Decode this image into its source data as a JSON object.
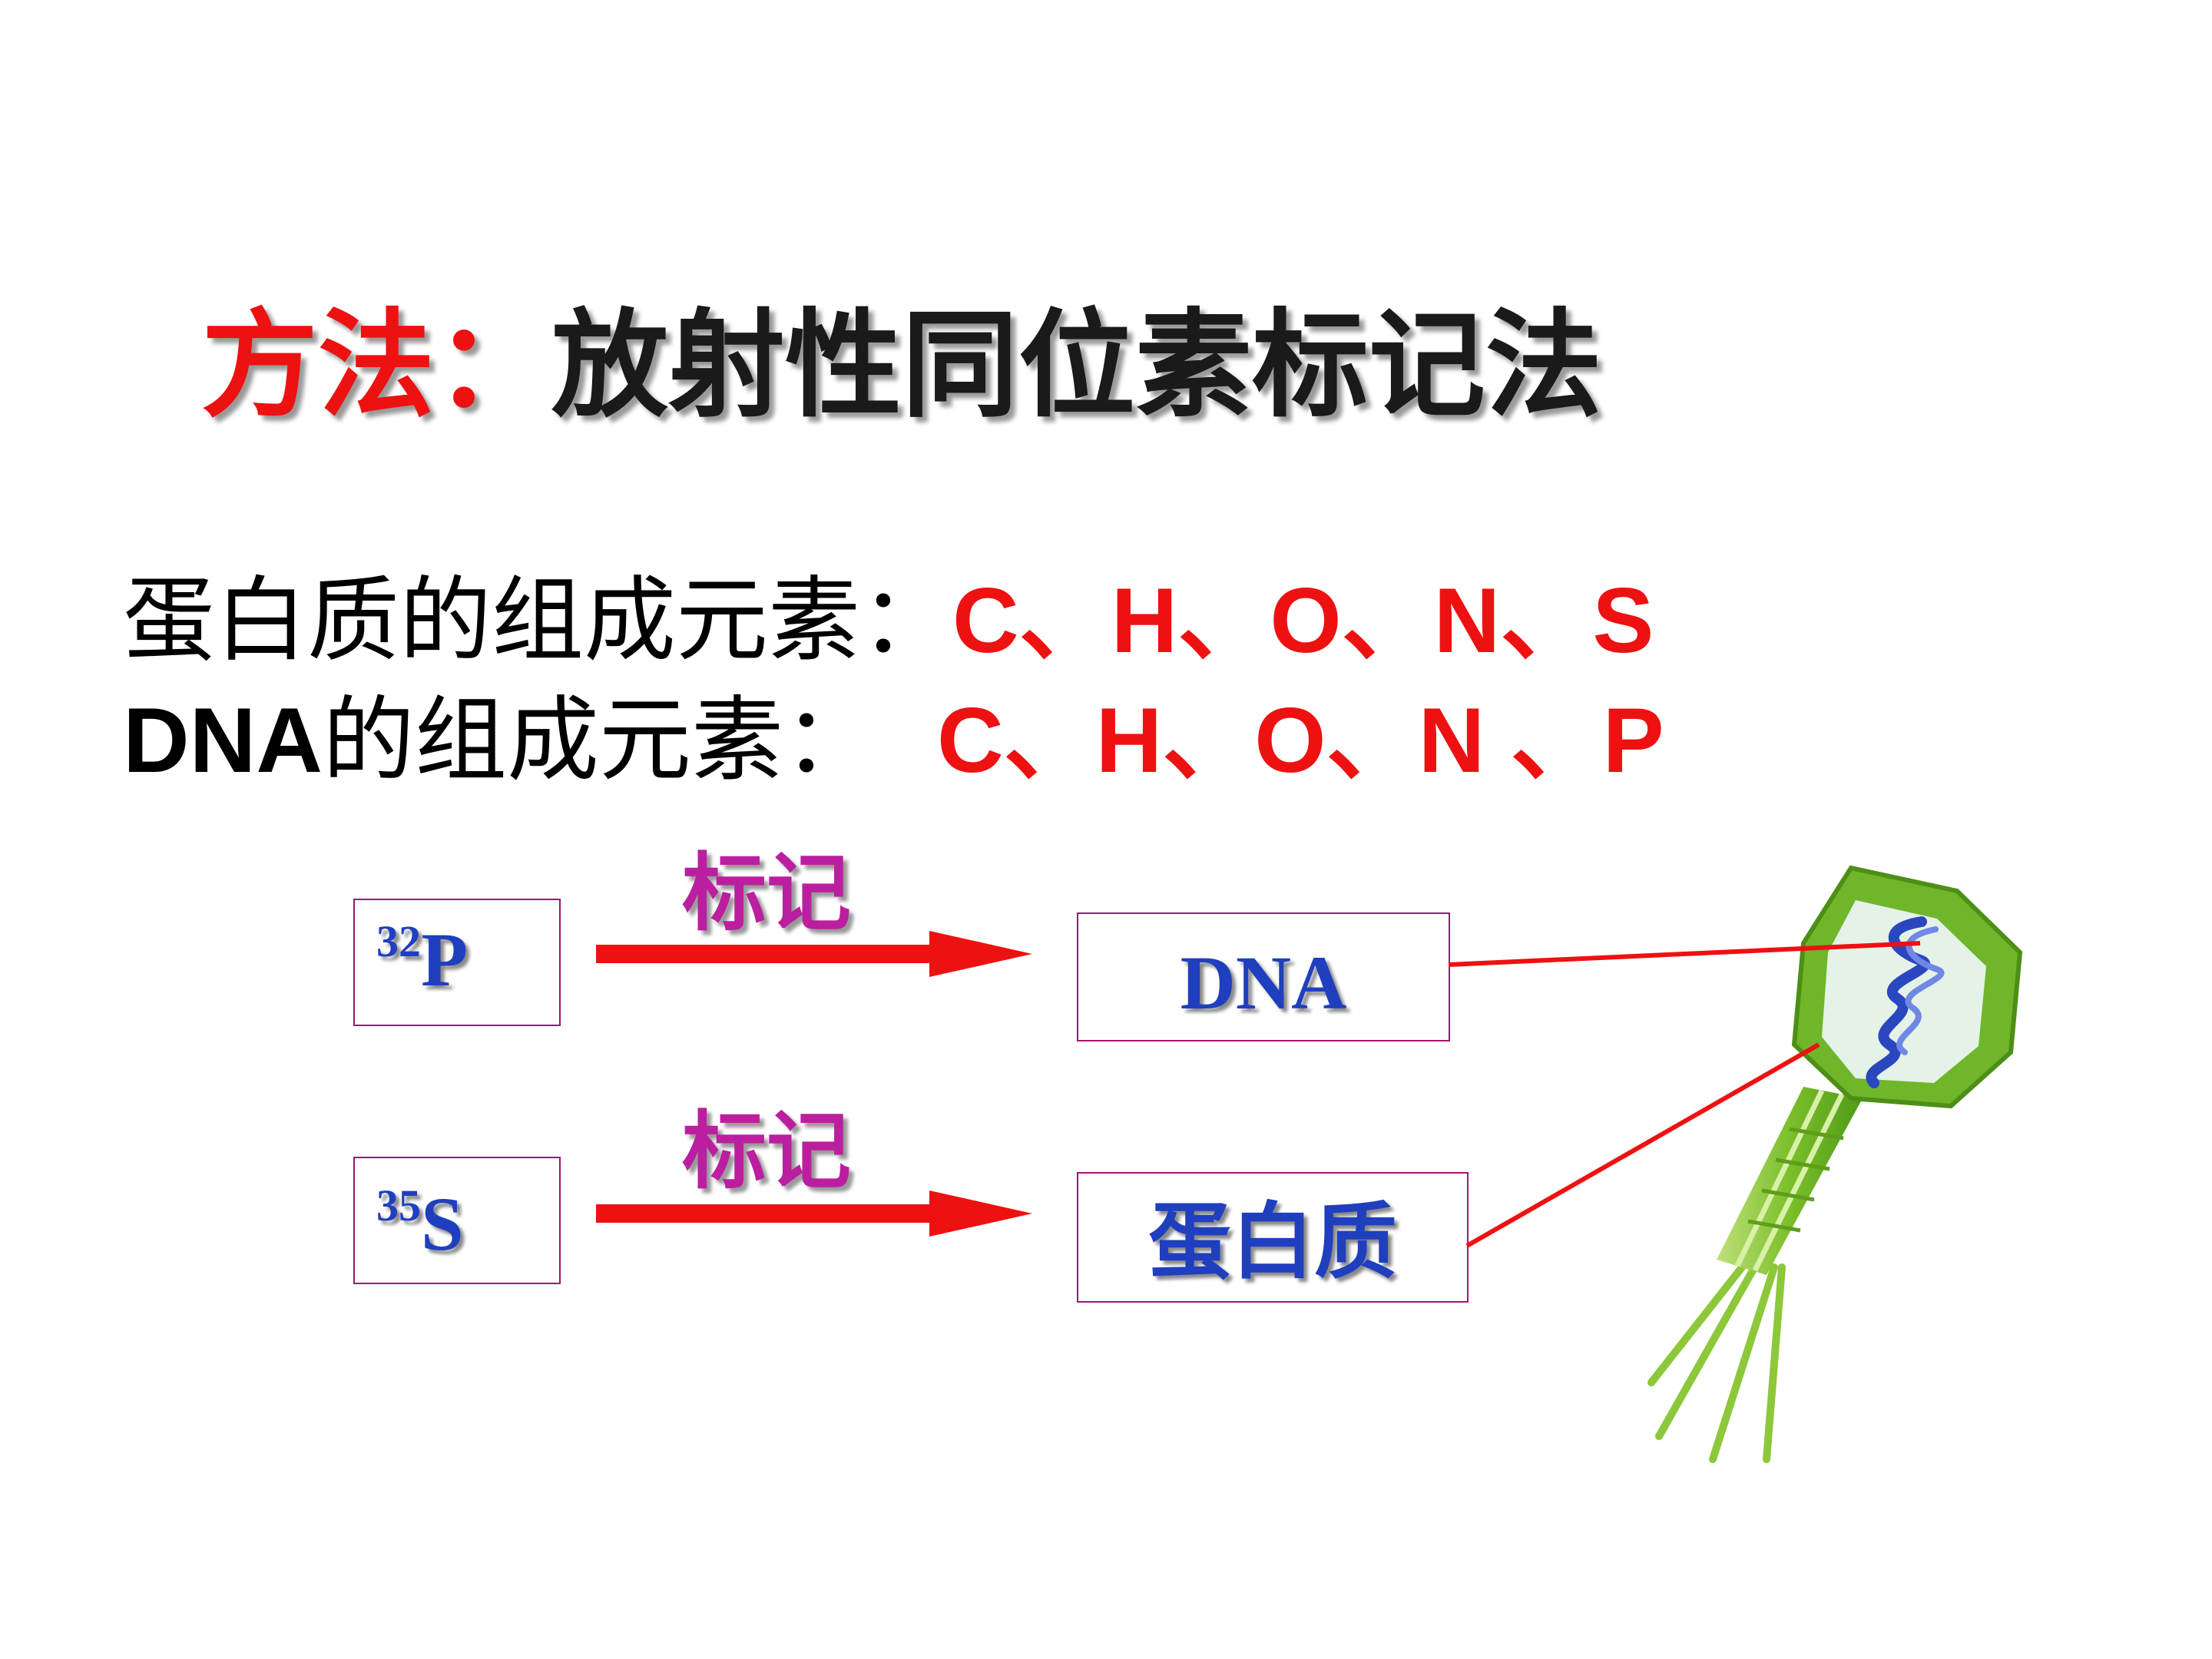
{
  "title": {
    "label": "方法：",
    "value": "放射性同位素标记法"
  },
  "protein_elements": {
    "label": "蛋白质的组成元素：",
    "value": "C、H、O、N、S"
  },
  "dna_elements": {
    "label_prefix": "DNA",
    "label_suffix": "的组成元素：",
    "value": "C、H、O、N 、P"
  },
  "flow": [
    {
      "isotope_mass": "32",
      "isotope_symbol": "P",
      "action": "标记",
      "target": "DNA"
    },
    {
      "isotope_mass": "35",
      "isotope_symbol": "S",
      "action": "标记",
      "target": "蛋白质"
    }
  ],
  "phage_label": "DNA",
  "colors": {
    "accent_red": "#ee1111",
    "magenta": "#bb1fa0",
    "blue": "#1f3fbf",
    "phage_green": "#7bbf2a"
  },
  "icons": {
    "phage": "bacteriophage-icon",
    "arrow": "right-arrow-icon"
  }
}
